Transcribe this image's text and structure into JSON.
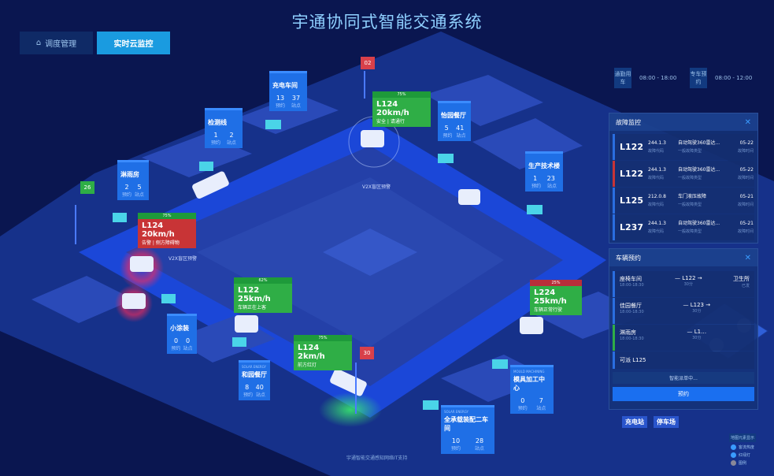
{
  "title": "宇通协同式智能交通系统",
  "nav": {
    "dispatch": "调度管理",
    "monitor": "实时云监控"
  },
  "schedule": [
    {
      "tag": "通勤用车",
      "time": "08:00 - 18:00"
    },
    {
      "tag": "专车预约",
      "time": "08:00 - 12:00"
    }
  ],
  "stations": [
    {
      "name": "充电车间",
      "reserve": "13",
      "stops": "37"
    },
    {
      "name": "检测线",
      "reserve": "1",
      "stops": "2"
    },
    {
      "name": "淋雨房",
      "reserve": "2",
      "stops": "5"
    },
    {
      "name": "怡园餐厅",
      "reserve": "5",
      "stops": "41"
    },
    {
      "name": "生产技术楼",
      "reserve": "1",
      "stops": "23"
    },
    {
      "name": "小涂装",
      "reserve": "0",
      "stops": "0"
    },
    {
      "name": "和园餐厅",
      "reserve": "8",
      "stops": "40"
    },
    {
      "name": "模具加工中心",
      "reserve": "0",
      "stops": "7"
    },
    {
      "name": "全承载装配二车间",
      "reserve": "10",
      "stops": "28"
    }
  ],
  "station_labels": {
    "reserve": "预约",
    "stops": "站点",
    "solar": "SOLAR ENERGY",
    "mould": "MOULD MACHINING"
  },
  "vehicles": [
    {
      "pct": "75%",
      "speed": "L124 20km/h",
      "status": "安全 | 请通行",
      "color": "green"
    },
    {
      "pct": "75%",
      "speed": "L124 20km/h",
      "status": "告警 | 侧方障碍物",
      "color": "red"
    },
    {
      "pct": "62%",
      "speed": "L122 25km/h",
      "status": "车辆正在上客",
      "color": "green"
    },
    {
      "pct": "75%",
      "speed": "L124  2km/h",
      "status": "前方红灯",
      "color": "green"
    },
    {
      "pct": "25%",
      "speed": "L224 25km/h",
      "status": "车辆正常行驶",
      "color": "green"
    }
  ],
  "signals": [
    {
      "value": "02",
      "color": "#d8404a"
    },
    {
      "value": "26",
      "color": "#2fae46"
    },
    {
      "value": "30",
      "color": "#d8404a"
    }
  ],
  "v2x_label": "V2X盲区预警",
  "fault_panel": {
    "title": "故障监控",
    "code_label": "故障代码",
    "type_label": "一般故障类型",
    "time_label": "故障时间",
    "rows": [
      {
        "line": "L122",
        "code": "244.1.3",
        "desc": "自动驾驶360雷达...",
        "date": "05-22",
        "accent": "#2a6ee0"
      },
      {
        "line": "L122",
        "code": "244.1.3",
        "desc": "自动驾驶360雷达...",
        "date": "05-22",
        "accent": "#c83436"
      },
      {
        "line": "L125",
        "code": "212.0.8",
        "desc": "车门液压故障",
        "date": "05-21",
        "accent": "#2a6ee0"
      },
      {
        "line": "L237",
        "code": "244.1.3",
        "desc": "自动驾驶360雷达...",
        "date": "05-21",
        "accent": "#2a6ee0"
      }
    ]
  },
  "booking_panel": {
    "title": "车辆预约",
    "rows": [
      {
        "from": "座椅车间",
        "time": "18:00-18:30",
        "line": "— L122 →",
        "dur": "30分",
        "to": "卫生所",
        "state": "已发",
        "accent": "#2a6ee0"
      },
      {
        "from": "佳园餐厅",
        "time": "18:00-18:30",
        "line": "— L123 →",
        "dur": "30分",
        "to": "",
        "state": "",
        "accent": "#2a6ee0"
      },
      {
        "from": "淋雨房",
        "time": "18:00-18:30",
        "line": "— L1…",
        "dur": "30分",
        "to": "",
        "state": "",
        "accent": "#2fae46"
      }
    ],
    "available": "可派  L125",
    "matching": "智能派单中...",
    "book": "预约"
  },
  "parking": {
    "charge": "充电站",
    "park": "停车场"
  },
  "legend": {
    "title": "地图元素显示",
    "items": [
      "客流热度",
      "红绿灯",
      "图例"
    ]
  },
  "footer": "宇通智能交通感知网络IT支持"
}
